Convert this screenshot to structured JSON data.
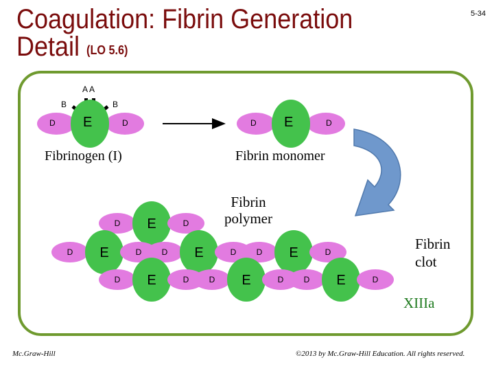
{
  "slide": {
    "title_line1": "Coagulation: Fibrin Generation",
    "title_line2": "Detail",
    "title_lo": "(LO 5.6)",
    "slide_number": "5-34"
  },
  "fibrinogen": {
    "label": "Fibrinogen (I)",
    "peptide_a": "A A",
    "peptide_b_left": "B",
    "peptide_b_right": "B",
    "d_left": "D",
    "e_center": "E",
    "d_right": "D"
  },
  "monomer": {
    "label": "Fibrin monomer",
    "d_left": "D",
    "e_center": "E",
    "d_right": "D"
  },
  "polymer": {
    "label_line1": "Fibrin",
    "label_line2": "polymer"
  },
  "clot": {
    "label_line1": "Fibrin",
    "label_line2": "clot",
    "factor": "XIIIa"
  },
  "node_letters": {
    "d": "D",
    "e": "E"
  },
  "colors": {
    "title": "#7a0c0c",
    "panel_border": "#6f9a2f",
    "d_domain": "#e27be0",
    "e_domain": "#44c24c",
    "curved_arrow": "#6f98cc",
    "factor_text": "#1e7a1e"
  },
  "footer": {
    "publisher": "Mc.Graw-Hill",
    "copyright": "©2013 by Mc.Graw-Hill Education. All rights reserved."
  }
}
